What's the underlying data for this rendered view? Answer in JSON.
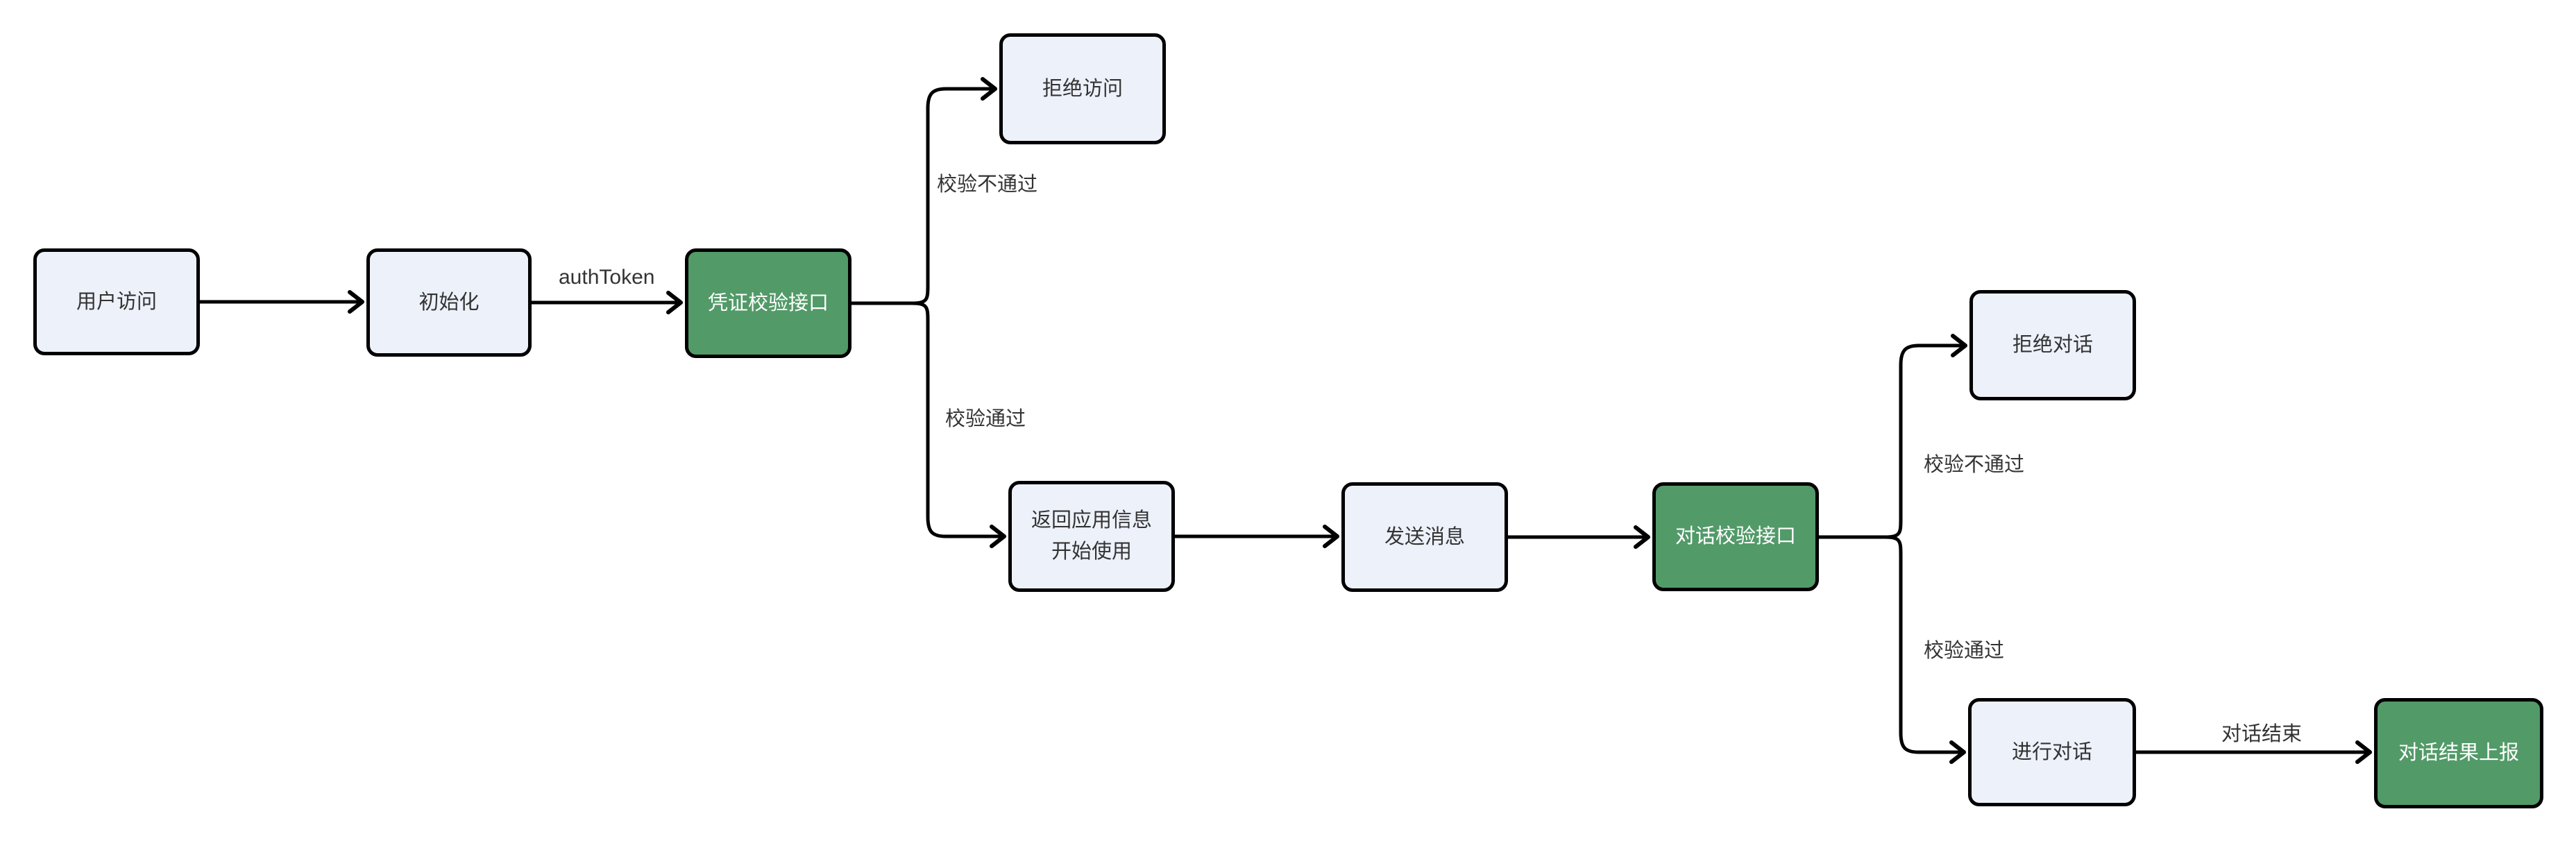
{
  "colors": {
    "background": "#ffffff",
    "node-fill": "#edf1fa",
    "green-fill": "#529a68",
    "border": "#000000",
    "line": "#000000",
    "text-dark": "#333333",
    "text-light": "#ffffff"
  },
  "nodes": {
    "user_visit": {
      "label": "用户访问"
    },
    "init": {
      "label": "初始化"
    },
    "credential_check": {
      "label": "凭证校验接口"
    },
    "deny_access": {
      "label": "拒绝访问"
    },
    "return_app_info": {
      "label": "返回应用信息\n开始使用"
    },
    "send_message": {
      "label": "发送消息"
    },
    "dialog_check": {
      "label": "对话校验接口"
    },
    "deny_dialog": {
      "label": "拒绝对话"
    },
    "do_dialog": {
      "label": "进行对话"
    },
    "report_result": {
      "label": "对话结果上报"
    }
  },
  "edge_labels": {
    "auth_token": "authToken",
    "check_fail_1": "校验不通过",
    "check_pass_1": "校验通过",
    "check_fail_2": "校验不通过",
    "check_pass_2": "校验通过",
    "dialog_end": "对话结束"
  }
}
